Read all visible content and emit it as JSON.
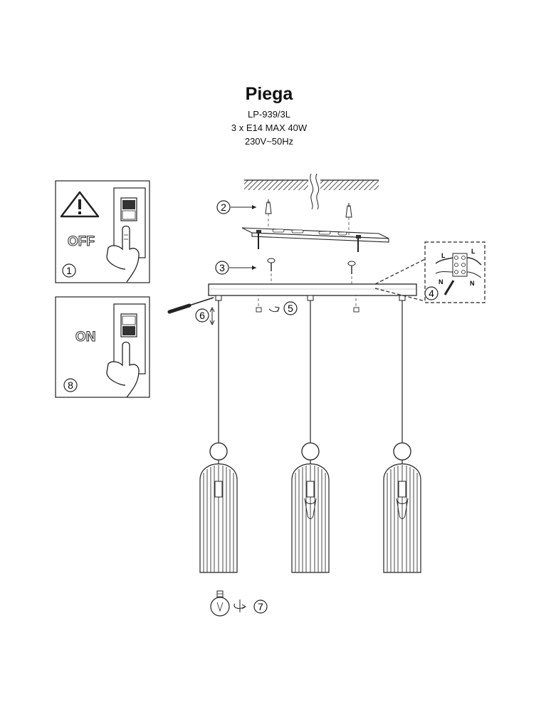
{
  "product": {
    "name": "Piega",
    "model": "LP-939/3L",
    "bulb_spec": "3 x E14 MAX 40W",
    "voltage": "230V~50Hz"
  },
  "panels": {
    "off": {
      "label": "OFF",
      "step": "1",
      "icon": "warning-triangle-icon"
    },
    "on": {
      "label": "ON",
      "step": "8"
    }
  },
  "steps": [
    "2",
    "3",
    "4",
    "5",
    "6",
    "7"
  ],
  "wiring": {
    "live": "L",
    "neutral": "N"
  }
}
